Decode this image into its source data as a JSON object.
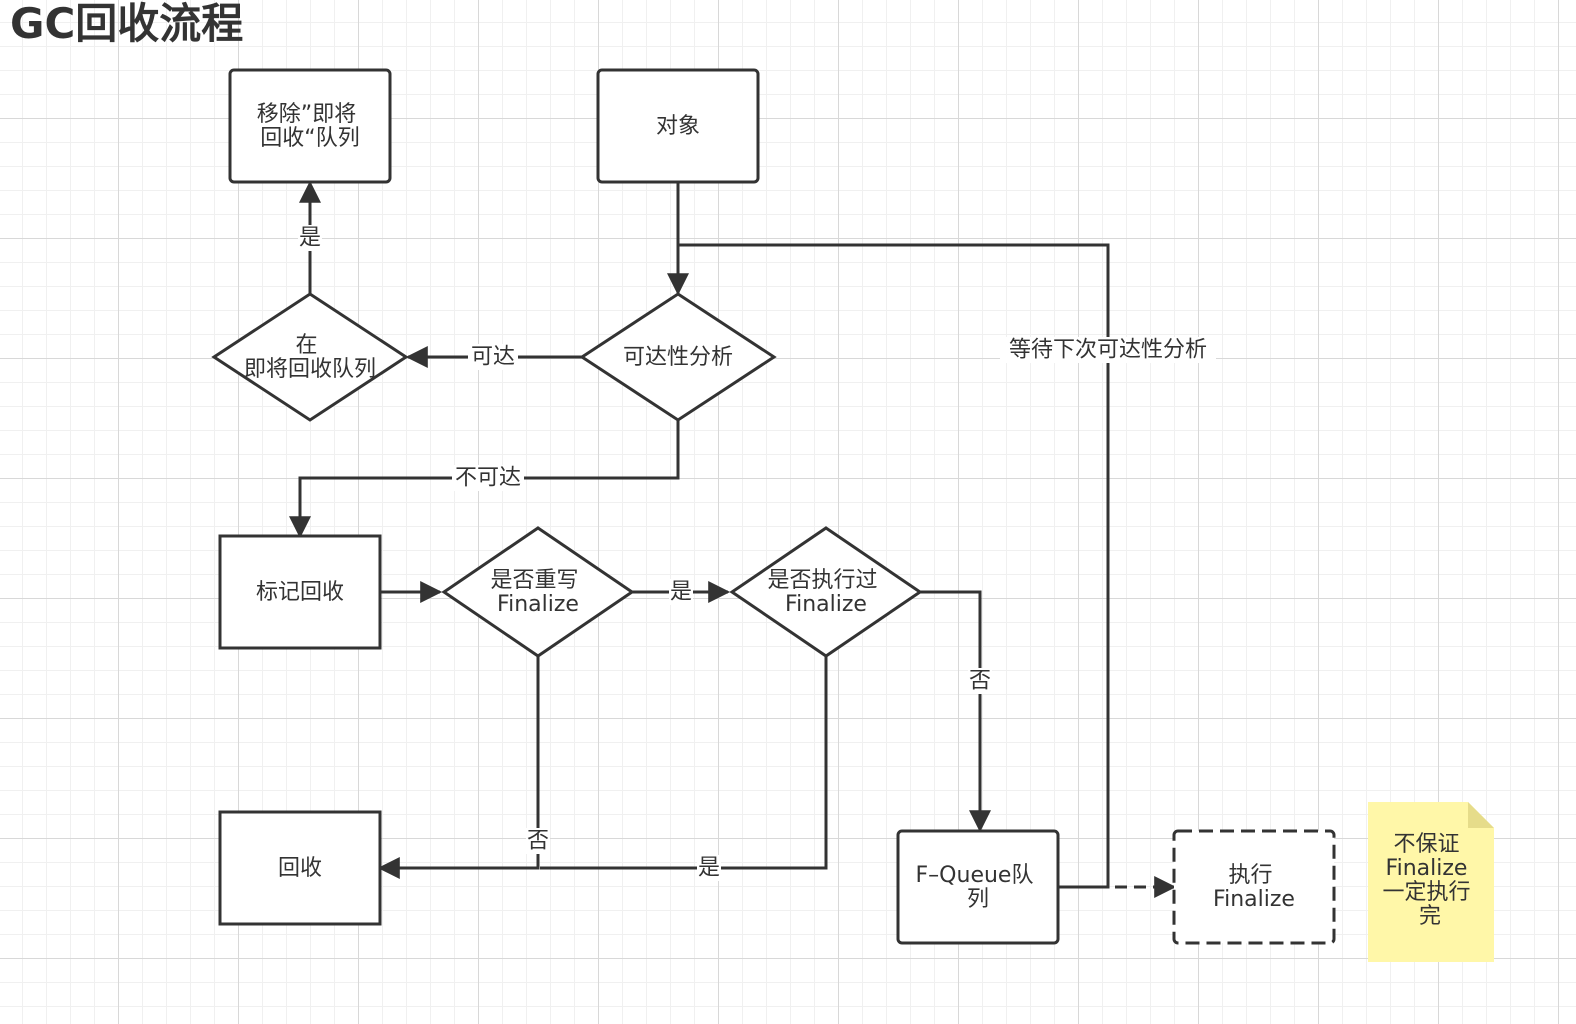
{
  "title": "GC回收流程",
  "nodes": {
    "object": [
      "对象"
    ],
    "remove_queue": [
      "移除”即将",
      "回收“队列"
    ],
    "reachability": [
      "可达性分析"
    ],
    "in_queue": [
      "在",
      "即将回收队列"
    ],
    "mark": [
      "标记回收"
    ],
    "override_finalize": [
      "是否重写",
      "Finalize"
    ],
    "executed_finalize": [
      "是否执行过",
      "Finalize"
    ],
    "collect": [
      "回收"
    ],
    "fqueue": [
      "F–Queue队",
      "列"
    ],
    "run_finalize": [
      "执行",
      "Finalize"
    ]
  },
  "edge_labels": {
    "yes_to_remove": "是",
    "reachable": "可达",
    "unreachable": "不可达",
    "yes_override": "是",
    "no_override": "否",
    "yes_executed": "是",
    "no_executed": "否",
    "wait_next": "等待下次可达性分析"
  },
  "note": [
    "不保证",
    "Finalize",
    "一定执行",
    "完"
  ]
}
